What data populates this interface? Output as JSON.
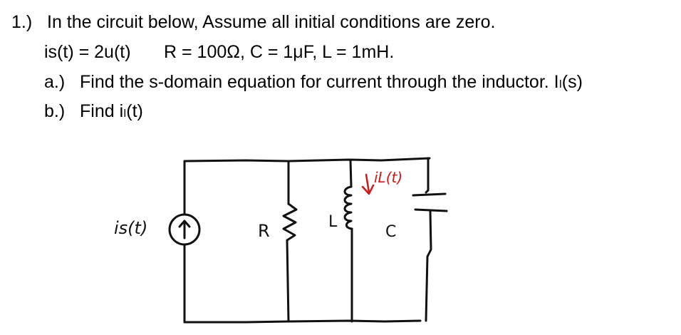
{
  "problem": {
    "number": "1.)",
    "header": "In the circuit below, Assume all initial conditions are zero.",
    "given_is": "is(t) = 2u(t)",
    "given_values": "R = 100Ω, C = 1μF, L = 1mH.",
    "part_a_label": "a.)",
    "part_a_text": "Find the s-domain equation for current through the inductor. Iₗ(s)",
    "part_b_label": "b.)",
    "part_b_text": "Find iₗ(t)"
  },
  "circuit": {
    "source_label": "is(t)",
    "resistor_label": "R",
    "inductor_label": "L",
    "capacitor_label": "C",
    "inductor_current_label": "iL(t)",
    "annotation_color": "#d01818"
  }
}
